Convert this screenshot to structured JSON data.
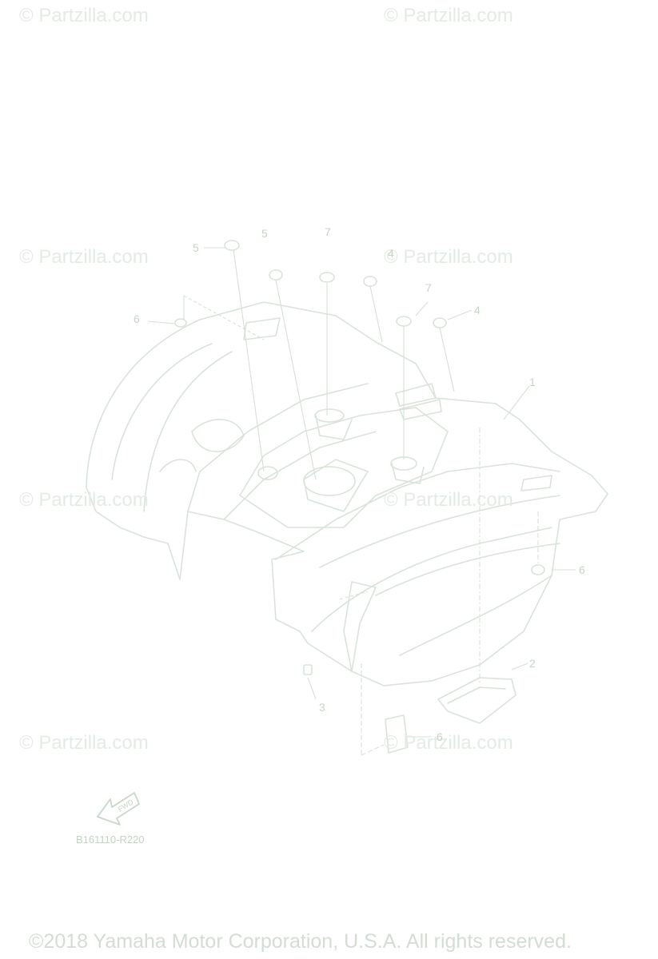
{
  "watermark": "© Partzilla.com",
  "callouts": [
    "1",
    "2",
    "3",
    "4",
    "4",
    "5",
    "5",
    "6",
    "6",
    "6",
    "7",
    "7"
  ],
  "fwd_label": "FWD",
  "diagram_code": "B161110-R220",
  "copyright": "©2018  Yamaha Motor Corporation, U.S.A. All rights reserved.",
  "colors": {
    "line": "#d9e3d9",
    "text": "#c5d4c5",
    "watermark": "#e4ebe4"
  }
}
